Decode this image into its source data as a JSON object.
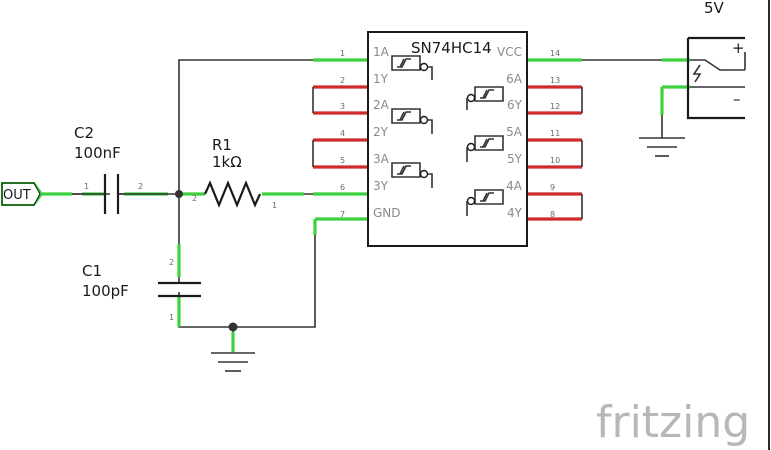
{
  "components": {
    "c2": {
      "ref": "C2",
      "value": "100nF"
    },
    "r1": {
      "ref": "R1",
      "value": "1kΩ"
    },
    "c1": {
      "ref": "C1",
      "value": "100pF"
    },
    "ic": {
      "ref": "SN74HC14"
    },
    "supply": {
      "label": "5V"
    },
    "out": {
      "label": "OUT"
    }
  },
  "ic_pins": {
    "left_names": [
      "1A",
      "1Y",
      "2A",
      "2Y",
      "3A",
      "3Y",
      "GND"
    ],
    "left_numbers": [
      "1",
      "2",
      "3",
      "4",
      "5",
      "6",
      "7"
    ],
    "right_names": [
      "VCC",
      "6A",
      "6Y",
      "5A",
      "5Y",
      "4A",
      "4Y"
    ],
    "right_numbers": [
      "14",
      "13",
      "12",
      "11",
      "10",
      "9",
      "8"
    ]
  },
  "part_pins": {
    "c2_left": "1",
    "c2_right": "2",
    "r1_left": "2",
    "r1_right": "1",
    "c1_top": "2",
    "c1_bottom": "1"
  },
  "supply_symbols": {
    "plus": "+",
    "minus": "–"
  },
  "brand": {
    "name": "fritzing"
  }
}
